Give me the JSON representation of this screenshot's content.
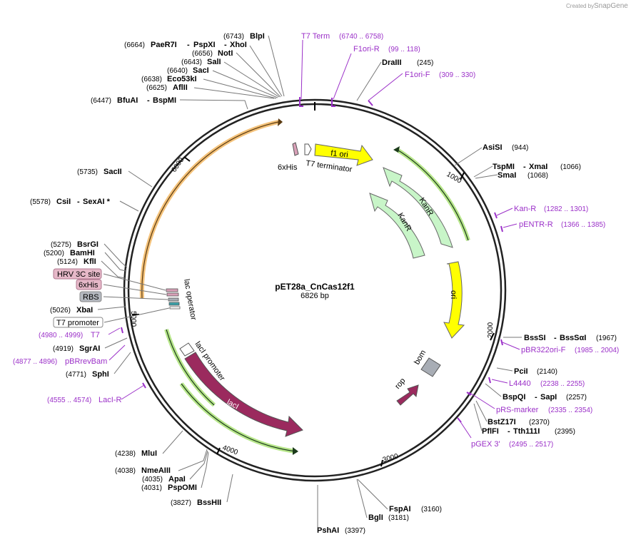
{
  "watermark": {
    "prefix": "Created by",
    "brand": "SnapGene"
  },
  "plasmid": {
    "name": "pET28a_CnCas12f1",
    "length_label": "6826 bp",
    "length": 6826
  },
  "ticks": [
    "1000",
    "2000",
    "3000",
    "4000",
    "5000",
    "6000"
  ],
  "sites": [
    {
      "pos": "(6743)",
      "name": "BlpI"
    },
    {
      "pos": "(6664)",
      "name": "PaeR7I",
      "name2": "PspXI",
      "name3": "XhoI"
    },
    {
      "pos": "(6656)",
      "name": "NotI"
    },
    {
      "pos": "(6643)",
      "name": "SalI"
    },
    {
      "pos": "(6640)",
      "name": "SacI"
    },
    {
      "pos": "(6638)",
      "name": "Eco53kI"
    },
    {
      "pos": "(6625)",
      "name": "AflII"
    },
    {
      "pos": "(6447)",
      "name": "BfuAI",
      "name2": "BspMI"
    },
    {
      "pos": "(5735)",
      "name": "SacII"
    },
    {
      "pos": "(5578)",
      "name": "CsiI",
      "name2": "SexAI *"
    },
    {
      "pos": "(5275)",
      "name": "BsrGI"
    },
    {
      "pos": "(5200)",
      "name": "BamHI"
    },
    {
      "pos": "(5124)",
      "name": "KflI"
    },
    {
      "pos": "(5026)",
      "name": "XbaI"
    },
    {
      "pos": "(4919)",
      "name": "SgrAI"
    },
    {
      "pos": "(4771)",
      "name": "SphI"
    },
    {
      "pos": "(4238)",
      "name": "MluI"
    },
    {
      "pos": "(4038)",
      "name": "NmeAIII"
    },
    {
      "pos": "(4035)",
      "name": "ApaI"
    },
    {
      "pos": "(4031)",
      "name": "PspOMI"
    },
    {
      "pos": "(3827)",
      "name": "BssHII"
    },
    {
      "pos": "(3397)",
      "name": "PshAI"
    },
    {
      "pos": "(3181)",
      "name": "BglI"
    },
    {
      "pos": "(3160)",
      "name": "FspAI"
    },
    {
      "pos": "(245)",
      "name": "DraIII"
    },
    {
      "pos": "(944)",
      "name": "AsiSI"
    },
    {
      "pos": "(1066)",
      "name": "TspMI",
      "name2": "XmaI"
    },
    {
      "pos": "(1068)",
      "name": "SmaI"
    },
    {
      "pos": "(1967)",
      "name": "BssSI",
      "name2": "BssSαI"
    },
    {
      "pos": "(2140)",
      "name": "PciI"
    },
    {
      "pos": "(2257)",
      "name": "BspQI",
      "name2": "SapI"
    },
    {
      "pos": "(2370)",
      "name": "BstZ17I"
    },
    {
      "pos": "(2395)",
      "name": "PflFI",
      "name2": "Tth111I"
    }
  ],
  "primers": [
    {
      "name": "T7 Term",
      "range": "(6740 .. 6758)"
    },
    {
      "name": "F1ori-R",
      "range": "(99 .. 118)"
    },
    {
      "name": "F1ori-F",
      "range": "(309 .. 330)"
    },
    {
      "name": "Kan-R",
      "range": "(1282 .. 1301)"
    },
    {
      "name": "pENTR-R",
      "range": "(1366 .. 1385)"
    },
    {
      "name": "pBR322ori-F",
      "range": "(1985 .. 2004)"
    },
    {
      "name": "L4440",
      "range": "(2238 .. 2255)"
    },
    {
      "name": "pRS-marker",
      "range": "(2335 .. 2354)"
    },
    {
      "name": "pGEX 3'",
      "range": "(2495 .. 2517)"
    },
    {
      "name": "LacI-R",
      "range": "(4555 .. 4574)"
    },
    {
      "name": "pBRrevBam",
      "range": "(4877 .. 4896)"
    },
    {
      "name": "T7",
      "range": "(4980 .. 4999)"
    }
  ],
  "boxed_features": [
    "HRV 3C site",
    "6xHis",
    "RBS",
    "T7 promoter"
  ],
  "features": [
    "f1 ori",
    "KanR",
    "KanR",
    "ori",
    "bom",
    "rop",
    "lacI",
    "lacI promoter",
    "lac operator",
    "6xHis",
    "T7 terminator"
  ],
  "colors": {
    "f1ori": "#ffff00",
    "kanr": "#c8f5c8",
    "ori": "#ffff00",
    "laci": "#9b2a5e",
    "rop": "#9b2a5e",
    "bom": "#a8adb5",
    "primer": "#9b30c8",
    "cds_highlight": "#b7e68a",
    "orange_arc": "#f4c27a"
  }
}
